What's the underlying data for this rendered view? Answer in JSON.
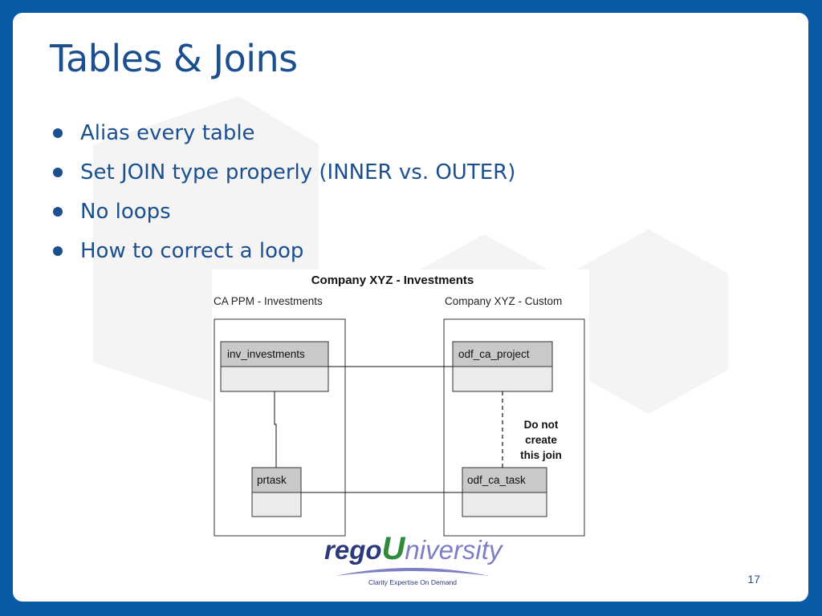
{
  "slide": {
    "title": "Tables & Joins",
    "bullets": [
      "Alias every table",
      "Set JOIN type properly (INNER vs. OUTER)",
      "No loops",
      "How to correct a loop"
    ],
    "page_number": "17"
  },
  "diagram": {
    "title": "Company XYZ - Investments",
    "left_group": "CA PPM - Investments",
    "right_group": "Company XYZ - Custom",
    "tables": {
      "inv_investments": "inv_investments",
      "prtask": "prtask",
      "odf_ca_project": "odf_ca_project",
      "odf_ca_task": "odf_ca_task"
    },
    "note_lines": [
      "Do not",
      "create",
      "this join"
    ]
  },
  "logo": {
    "rego": "rego",
    "u": "U",
    "niversity": "niversity",
    "tagline": "Clarity Expertise On Demand"
  },
  "colors": {
    "frame": "#0b5aa8",
    "title": "#1b4f8f",
    "table_header": "#c9c9c9",
    "table_body": "#ebebeb"
  }
}
